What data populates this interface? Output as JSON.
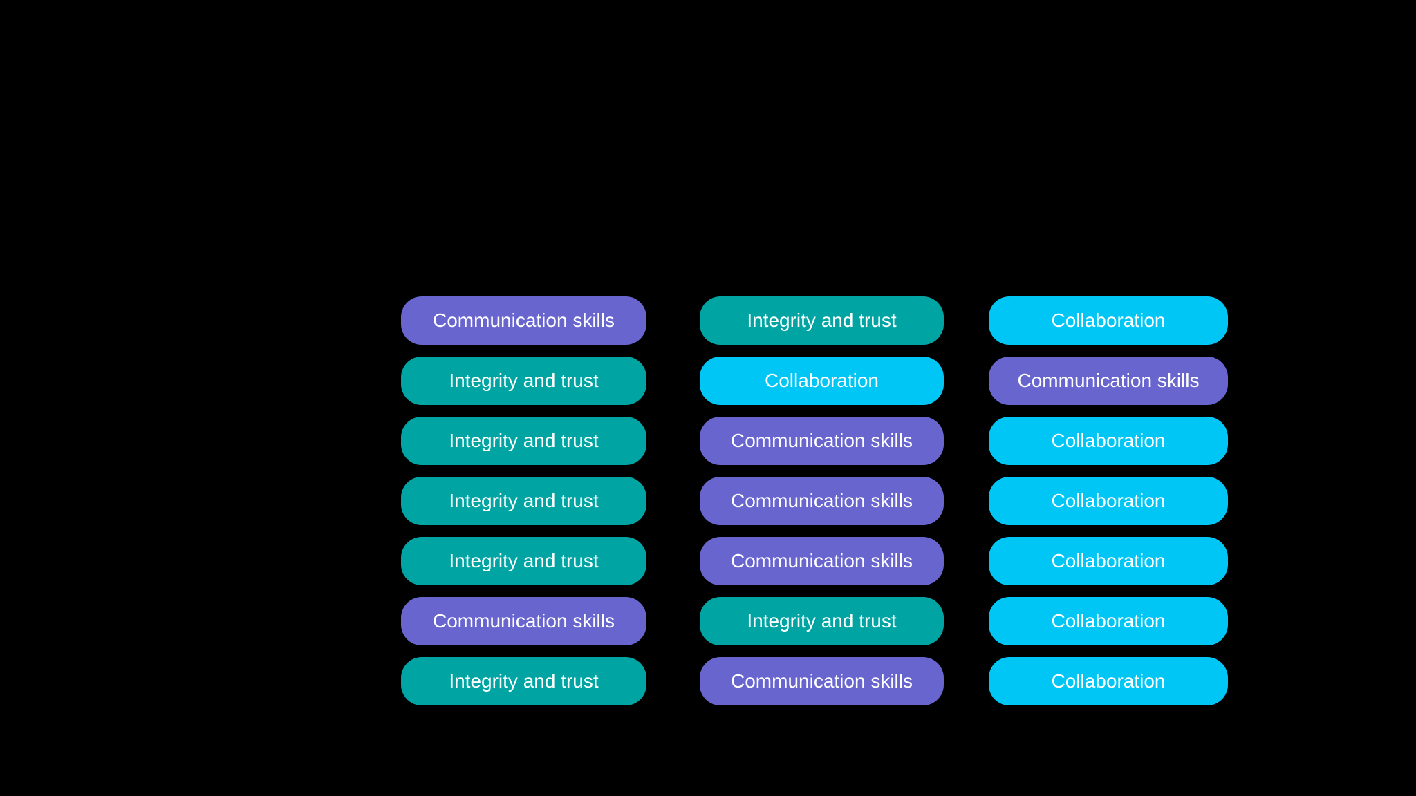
{
  "canvas": {
    "background": "#000000"
  },
  "colors": {
    "background": "#000000",
    "purple": "#6865CE",
    "teal": "#00A5A3",
    "cyan": "#00C6F6",
    "pill_text": "#FFFFFF"
  },
  "legend": {
    "communication-skills": "#6865CE",
    "integrity-and-trust": "#00A5A3",
    "collaboration": "#00C6F6"
  },
  "board": {
    "columns": [
      {
        "name": "column-1",
        "items": [
          {
            "label": "Communication skills",
            "type": "communication-skills"
          },
          {
            "label": "Integrity and trust",
            "type": "integrity-and-trust"
          },
          {
            "label": "Integrity and trust",
            "type": "integrity-and-trust"
          },
          {
            "label": "Integrity and trust",
            "type": "integrity-and-trust"
          },
          {
            "label": "Integrity and trust",
            "type": "integrity-and-trust"
          },
          {
            "label": "Communication skills",
            "type": "communication-skills"
          },
          {
            "label": "Integrity and trust",
            "type": "integrity-and-trust"
          }
        ]
      },
      {
        "name": "column-2",
        "items": [
          {
            "label": "Integrity and trust",
            "type": "integrity-and-trust"
          },
          {
            "label": "Collaboration",
            "type": "collaboration"
          },
          {
            "label": "Communication skills",
            "type": "communication-skills"
          },
          {
            "label": "Communication skills",
            "type": "communication-skills"
          },
          {
            "label": "Communication skills",
            "type": "communication-skills"
          },
          {
            "label": "Integrity and trust",
            "type": "integrity-and-trust"
          },
          {
            "label": "Communication skills",
            "type": "communication-skills"
          }
        ]
      },
      {
        "name": "column-3",
        "items": [
          {
            "label": "Collaboration",
            "type": "collaboration"
          },
          {
            "label": "Communication skills",
            "type": "communication-skills"
          },
          {
            "label": "Collaboration",
            "type": "collaboration"
          },
          {
            "label": "Collaboration",
            "type": "collaboration"
          },
          {
            "label": "Collaboration",
            "type": "collaboration"
          },
          {
            "label": "Collaboration",
            "type": "collaboration"
          },
          {
            "label": "Collaboration",
            "type": "collaboration"
          }
        ]
      }
    ]
  }
}
